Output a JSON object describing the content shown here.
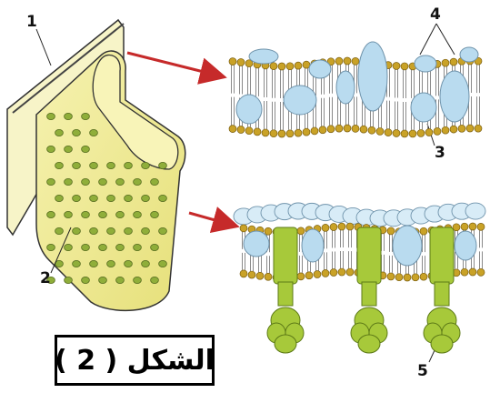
{
  "labels": {
    "l1": "1",
    "l2": "2",
    "l3": "3",
    "l4": "4",
    "l5": "5"
  },
  "caption": "الشكل ( 2 )",
  "colors": {
    "head": "#c9a227",
    "tail": "#8a8a8a",
    "protein": "#b9dbef",
    "atp_synthase": "#a7c93a",
    "fold": "#f3ef9a",
    "arrow": "#c62a2a"
  }
}
